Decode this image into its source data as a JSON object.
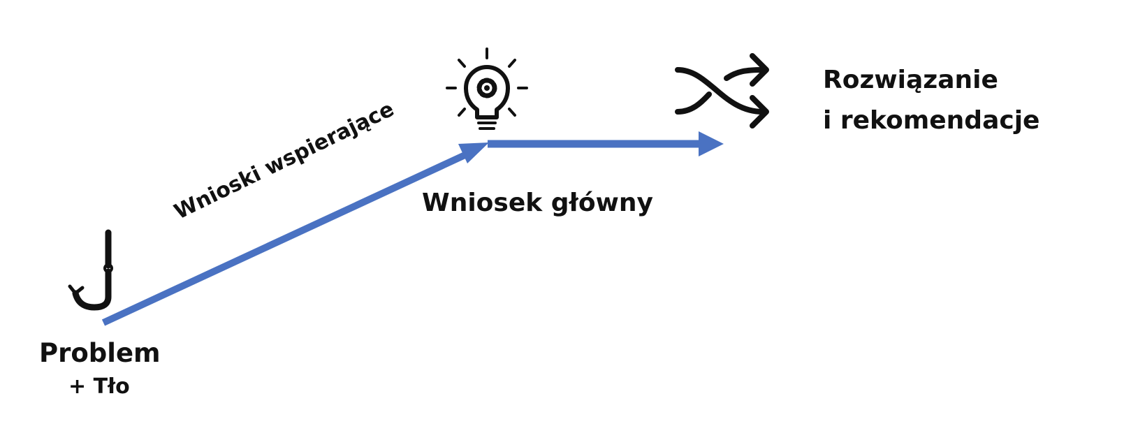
{
  "diagram": {
    "nodes": {
      "problem": {
        "label": "Problem",
        "sublabel": "+ Tło",
        "icon": "fishhook-icon"
      },
      "main_conclusion": {
        "label": "Wniosek główny",
        "icon": "lightbulb-gear-icon"
      },
      "solution": {
        "label_line1": "Rozwiązanie",
        "label_line2": "i rekomendacje",
        "icon": "shuffle-arrows-icon"
      }
    },
    "edges": {
      "supporting": {
        "label": "Wnioski wspierające",
        "from": "problem",
        "to": "main_conclusion"
      },
      "to_solution": {
        "from": "main_conclusion",
        "to": "solution"
      }
    },
    "colors": {
      "arrow": "#4a72c2",
      "icon": "#111111",
      "text": "#111111"
    }
  }
}
